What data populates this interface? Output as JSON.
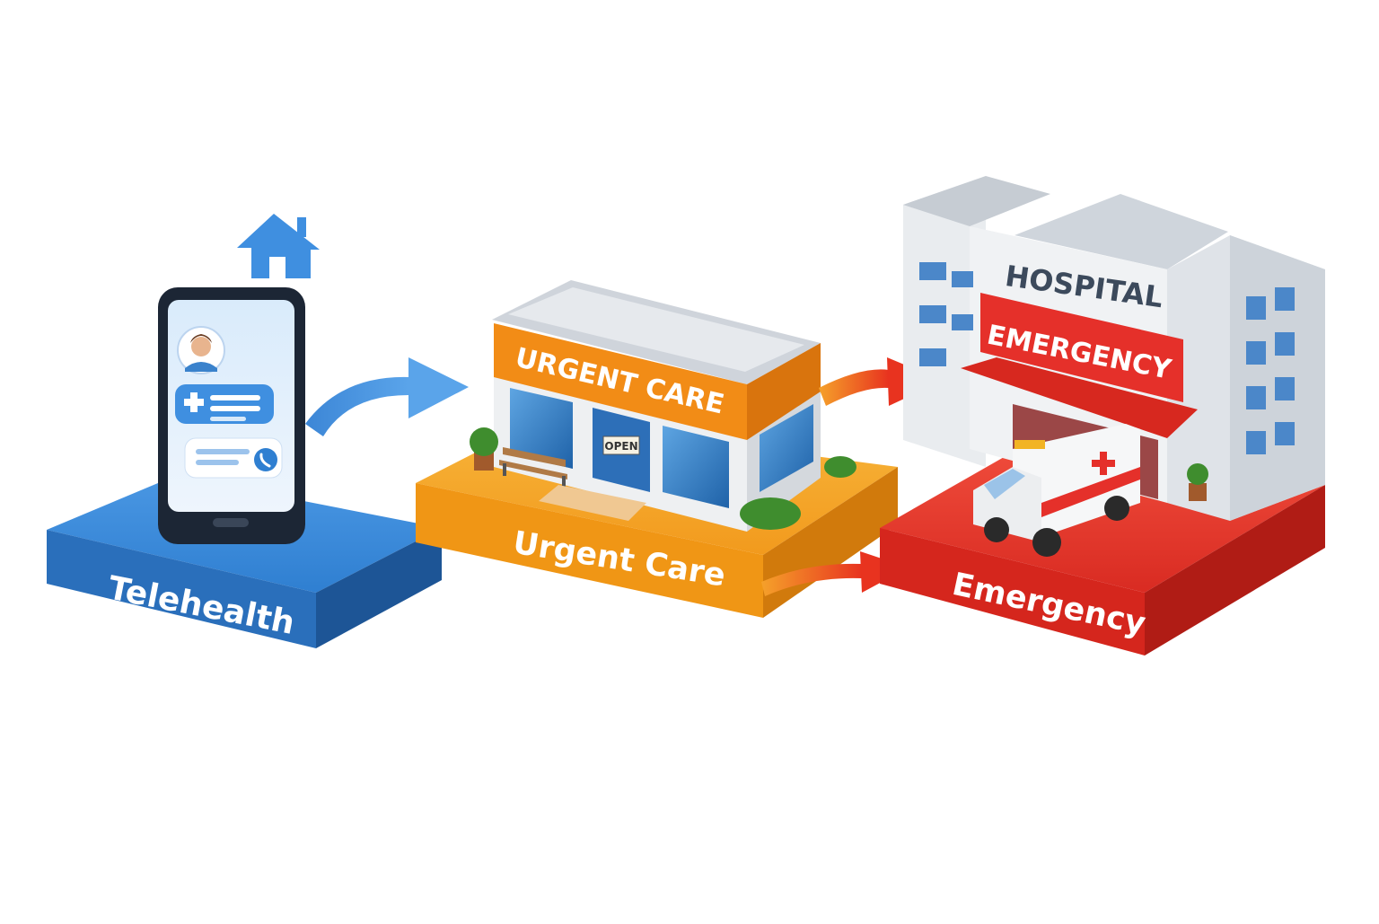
{
  "telehealth": {
    "label": "Telehealth",
    "color": "#2f7fd1"
  },
  "urgent_care": {
    "sign": "URGENT CARE",
    "door_sign": "OPEN",
    "label": "Urgent Care",
    "color": "#f39a1e"
  },
  "hospital": {
    "sign": "HOSPITAL",
    "banner": "EMERGENCY",
    "label": "Emergency",
    "color": "#e3342a"
  },
  "icons": [
    "house-icon",
    "doctor-avatar-icon",
    "medical-cross-icon",
    "phone-call-icon",
    "ambulance-icon",
    "flow-arrow"
  ]
}
